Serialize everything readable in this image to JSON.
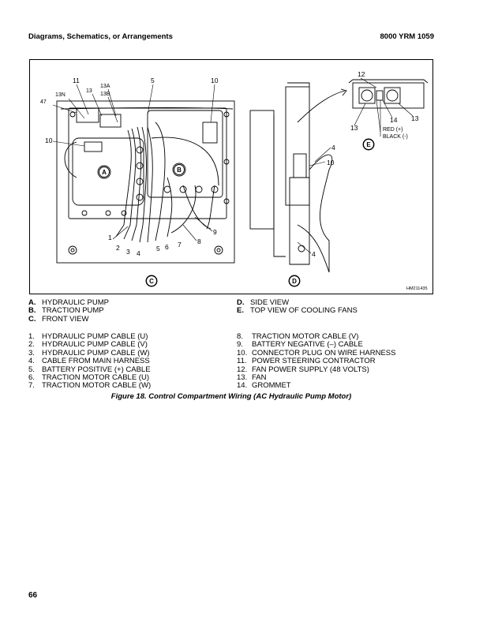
{
  "header": {
    "left": "Diagrams, Schematics, or Arrangements",
    "right": "8000 YRM 1059"
  },
  "figure": {
    "callouts": {
      "c11": "11",
      "c13": "13",
      "c13a": "13A",
      "c13b": "13B",
      "c13n": "13N",
      "c47": "47",
      "c5": "5",
      "c10a": "10",
      "c10b": "10",
      "c10c": "10",
      "c12": "12",
      "c13e1": "13",
      "c13e2": "13",
      "c14": "14",
      "c4a": "4",
      "c4b": "4",
      "c9": "9",
      "c8": "8",
      "c7": "7",
      "c6": "6",
      "c5b": "5",
      "c4c": "4",
      "c3": "3",
      "c2": "2",
      "c1": "1"
    },
    "view_labels": {
      "a": "A",
      "b": "B",
      "c": "C",
      "d": "D",
      "e": "E"
    },
    "wire_red": "RED (+)",
    "wire_black": "BLACK (-)",
    "image_id": "HM211435"
  },
  "legend_views": [
    {
      "key": "A.",
      "text": "HYDRAULIC PUMP"
    },
    {
      "key": "B.",
      "text": "TRACTION PUMP"
    },
    {
      "key": "C.",
      "text": "FRONT VIEW"
    },
    {
      "key": "D.",
      "text": "SIDE VIEW"
    },
    {
      "key": "E.",
      "text": "TOP VIEW OF COOLING FANS"
    }
  ],
  "legend_items": [
    {
      "key": "1.",
      "text": "HYDRAULIC PUMP CABLE (U)"
    },
    {
      "key": "2.",
      "text": "HYDRAULIC PUMP CABLE (V)"
    },
    {
      "key": "3.",
      "text": "HYDRAULIC PUMP CABLE (W)"
    },
    {
      "key": "4.",
      "text": "CABLE FROM MAIN HARNESS"
    },
    {
      "key": "5.",
      "text": "BATTERY POSITIVE (+) CABLE"
    },
    {
      "key": "6.",
      "text": "TRACTION MOTOR CABLE (U)"
    },
    {
      "key": "7.",
      "text": "TRACTION MOTOR CABLE (W)"
    },
    {
      "key": "8.",
      "text": "TRACTION MOTOR CABLE (V)"
    },
    {
      "key": "9.",
      "text": "BATTERY NEGATIVE (–) CABLE"
    },
    {
      "key": "10.",
      "text": "CONNECTOR PLUG ON WIRE HARNESS"
    },
    {
      "key": "11.",
      "text": "POWER STEERING CONTRACTOR"
    },
    {
      "key": "12.",
      "text": "FAN POWER SUPPLY (48 VOLTS)"
    },
    {
      "key": "13.",
      "text": "FAN"
    },
    {
      "key": "14.",
      "text": "GROMMET"
    }
  ],
  "caption": "Figure 18.  Control Compartment Wiring (AC Hydraulic Pump Motor)",
  "page_number": "66"
}
